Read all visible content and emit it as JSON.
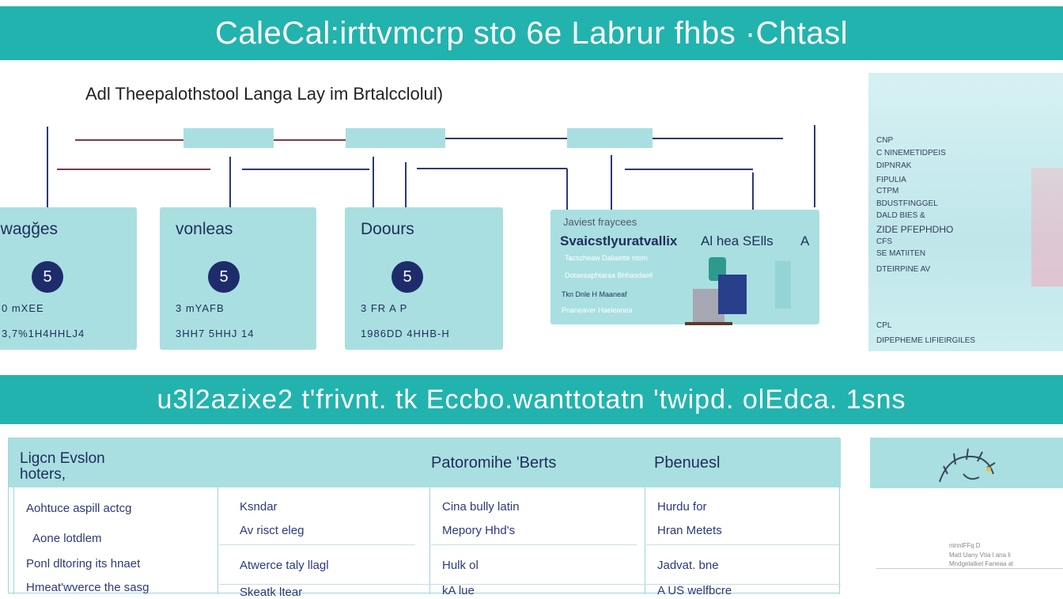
{
  "header": {
    "title": "CaleCal:irttvmcrp sto 6e Labrur fhbs ·Chtasl"
  },
  "diagram": {
    "subtitle": "Adl Theepalothstool Langa Lay im Brtalcclolul)",
    "cards": [
      {
        "title": "lwagğes",
        "badge": "5",
        "line1": "0 mXEE",
        "line2": "3,7%1H4HHLJ4"
      },
      {
        "title": "vonleas",
        "badge": "5",
        "line1": "3 mYAFB",
        "line2": "3HH7 5HHJ 14"
      },
      {
        "title": "Doours",
        "badge": "5",
        "line1": "3 FR A P",
        "line2": "1986DD 4HHB-H"
      }
    ],
    "detail_card": {
      "header": "Javiest  fraycees",
      "title": "Svaicstlyuratvallix",
      "title_right": "Al hea SElls",
      "title_mark": "A",
      "lines": [
        "Tacscheaw Daliaette ntom",
        "Dotaesaphtaraa Bhhasdaeil",
        "Tkn Dnle   H Maaneaf",
        "Pnaneaver Haeleanea"
      ]
    }
  },
  "right_panel": {
    "lines": [
      "CNP",
      "C NINEMETIDPEIS",
      "DIPNRAK",
      "FIPULIA",
      "CTPM",
      "BDUSTFINGGEL",
      "DALD BIES &",
      "ZIDE PFEPHDHO",
      "CFS",
      "SE MATIITEN",
      "DTEIRPINE AV",
      "CPL",
      "DIPEPHEME LIFIEIRGILES"
    ]
  },
  "banner2": {
    "text": "u3l2azixe2 t'frivnt. tk Eccbo.wanttotatn 'twipd. olEdca. 1sns"
  },
  "table": {
    "headers": [
      "Ligcn Evslon hoters,",
      "Patoromihe 'Berts",
      "Pbenuesl"
    ],
    "col1": [
      "Aohtuce aspill actcg",
      "Aone lotdlem",
      "Ponl dltoring its hnaet",
      "Hmeat'wverce the sasg"
    ],
    "col2": [
      "Ksndar",
      "Av risct eleg",
      "Atwerce taly llagl",
      "Skeatk ltear"
    ],
    "col3": [
      "Cina bully latin",
      "Mepory Hhd's",
      "Hulk ol",
      "kA lue"
    ],
    "col4": [
      "Hurdu  for",
      "Hran Metets",
      "Jadvat. bne",
      "A US welfbcre"
    ]
  },
  "side_box": {
    "lines": [
      "ntnnlFFq D",
      "Matt Uany Vtia l ana li",
      "Mndgelatkel Faneaa al"
    ]
  },
  "colors": {
    "banner": "#22b3ae",
    "card": "#a9dfe1",
    "navy": "#1e2c6b"
  }
}
